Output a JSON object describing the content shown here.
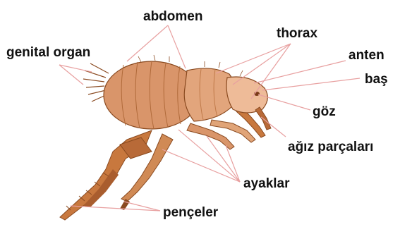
{
  "labels": {
    "abdomen": "abdomen",
    "genital_organ": "genital organ",
    "thorax": "thorax",
    "anten": "anten",
    "bas": "baş",
    "goz": "göz",
    "agiz_parcalari": "ağız parçaları",
    "ayaklar": "ayaklar",
    "penceler": "pençeler"
  },
  "colors": {
    "leader_line": "#e8a0a0",
    "body_dark": "#b86a38",
    "body_mid": "#d9956a",
    "body_light": "#eebb98",
    "leg": "#c8783e",
    "outline": "#8a4a20",
    "text": "#111111"
  }
}
